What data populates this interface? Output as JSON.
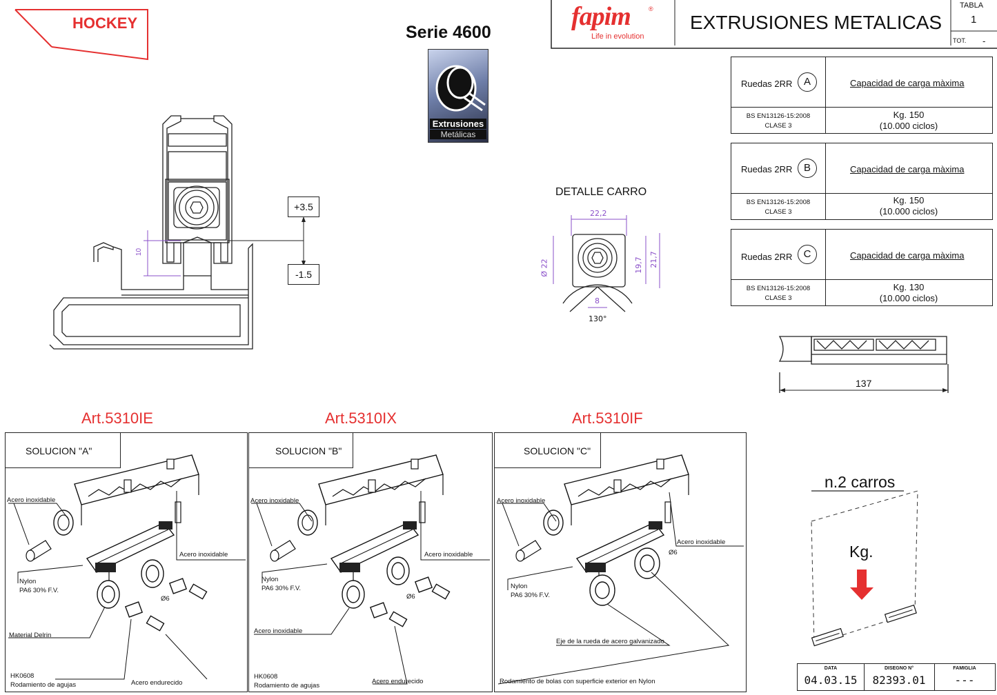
{
  "brand": {
    "hockey": "HOCKEY",
    "series": "Serie 4600",
    "badge_line1": "Extrusiones",
    "badge_line2": "Metálicas",
    "fapim_logo": "fapim",
    "fapim_reg": "®",
    "fapim_tagline": "Life in evolution",
    "accent": "#e53030"
  },
  "header": {
    "title": "EXTRUSIONES METALICAS",
    "tabla_label": "TABLA",
    "tabla_value": "1",
    "tot_label": "TOT.",
    "tot_value": "-"
  },
  "profile_section": {
    "plus": "+3.5",
    "minus": "-1.5",
    "dim_10": "10"
  },
  "carro_detail": {
    "title": "DETALLE CARRO",
    "d1": "22,2",
    "d2": "Ø 22",
    "d3": "19,7",
    "d4": "21,7",
    "d5": "8",
    "angle": "130°"
  },
  "length_dim": "137",
  "load_tables": [
    {
      "label": "Ruedas 2RR",
      "letter": "A",
      "cap": "Capacidad de carga màxima",
      "std1": "BS EN13126-15:2008",
      "std2": "CLASE 3",
      "kg": "Kg. 150",
      "cycles": "(10.000 ciclos)"
    },
    {
      "label": "Ruedas 2RR",
      "letter": "B",
      "cap": "Capacidad de carga màxima",
      "std1": "BS EN13126-15:2008",
      "std2": "CLASE 3",
      "kg": "Kg. 150",
      "cycles": "(10.000 ciclos)"
    },
    {
      "label": "Ruedas 2RR",
      "letter": "C",
      "cap": "Capacidad de carga màxima",
      "std1": "BS EN13126-15:2008",
      "std2": "CLASE 3",
      "kg": "Kg. 130",
      "cycles": "(10.000 ciclos)"
    }
  ],
  "articles": [
    {
      "art": "Art.5310IE",
      "solution": "SOLUCION  \"A\"",
      "notes": [
        "Acero inoxidable",
        "Acero inoxidable",
        "Nylon",
        "PA6 30% F.V.",
        "Material Delrin",
        "HK0608",
        "Rodamiento de agujas",
        "Acero endurecido",
        "Ø6"
      ]
    },
    {
      "art": "Art.5310IX",
      "solution": "SOLUCION  \"B\"",
      "notes": [
        "Acero inoxidable",
        "Acero inoxidable",
        "Nylon",
        "PA6 30% F.V.",
        "Acero inoxidable",
        "HK0608",
        "Rodamiento de agujas",
        "Acero endurecido",
        "Ø6"
      ]
    },
    {
      "art": "Art.5310IF",
      "solution": "SOLUCION  \"C\"",
      "notes": [
        "Acero inoxidable",
        "Acero inoxidable",
        "Nylon",
        "PA6 30% F.V.",
        "Eje de la rueda de acero galvanizado",
        "Rodamiento de bolas con superficie exterior en Nylon",
        "Ø6"
      ]
    }
  ],
  "carros": {
    "title": "n.2 carros",
    "kg": "Kg."
  },
  "footer": {
    "date_label": "DATA",
    "date": "04.03.15",
    "design_label": "DISEGNO N°",
    "design": "82393.01",
    "family_label": "FAMIGLIA",
    "family": "---"
  }
}
